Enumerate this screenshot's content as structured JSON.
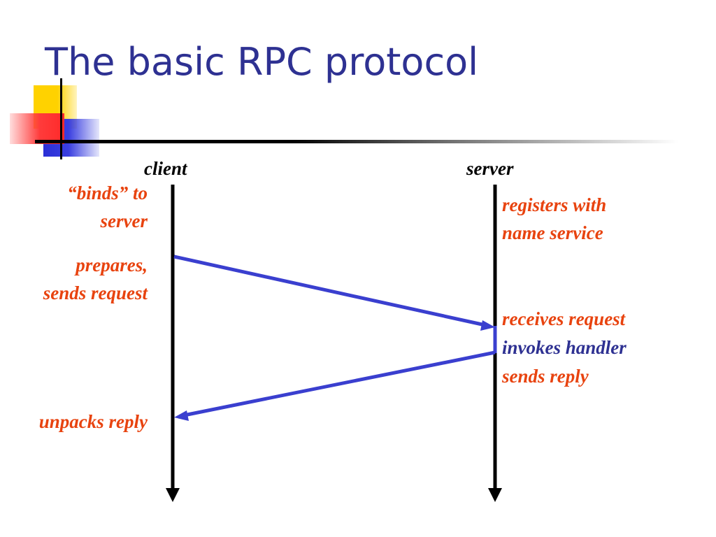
{
  "slide": {
    "title": "The basic RPC protocol"
  },
  "colors": {
    "title": "#2e3192",
    "arrow": "#3a3fcf",
    "annotation_red": "#e8430f",
    "annotation_blue": "#2e3192"
  },
  "diagram": {
    "client_label": "client",
    "server_label": "server",
    "client_notes": {
      "binds": [
        "“binds” to",
        "server"
      ],
      "prepares": [
        "prepares,",
        "sends request"
      ],
      "unpacks": "unpacks reply"
    },
    "server_notes": {
      "registers": [
        "registers with",
        "name service"
      ],
      "receives": "receives request",
      "invokes": "invokes handler",
      "sends": "sends reply"
    }
  }
}
